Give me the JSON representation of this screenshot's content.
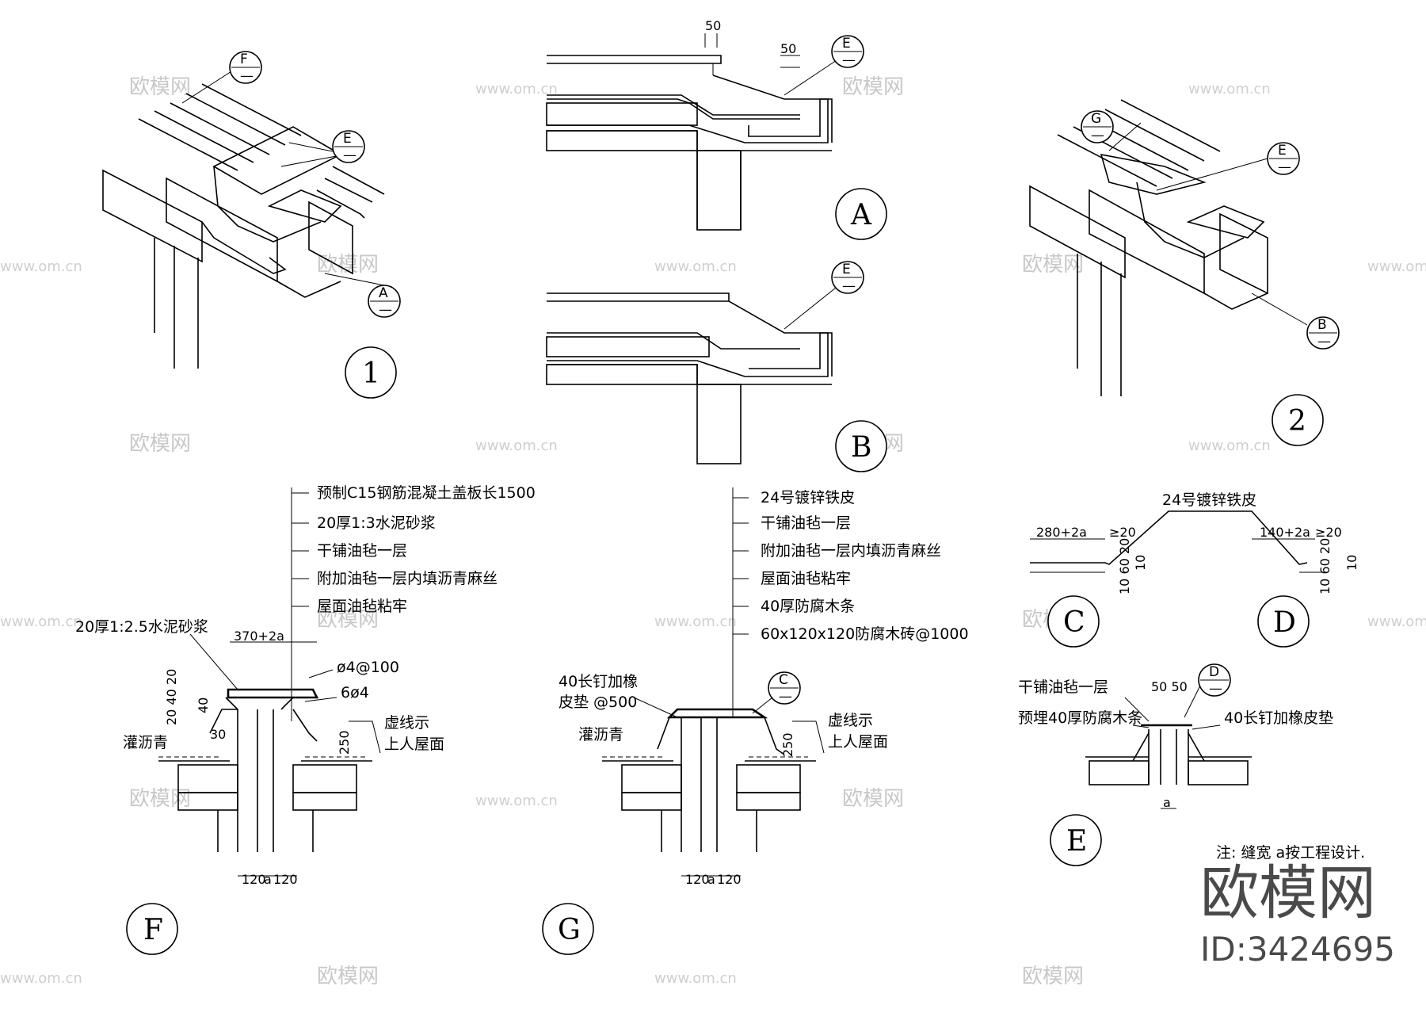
{
  "watermarks": {
    "brand": "欧模网",
    "url": "www.om.cn",
    "id": "ID:3424695"
  },
  "details": {
    "d1": "1",
    "d2": "2",
    "A": "A",
    "B": "B",
    "C": "C",
    "D": "D",
    "E": "E",
    "F": "F",
    "G": "G"
  },
  "tags": {
    "F": "F",
    "E": "E",
    "A": "A",
    "G": "G",
    "B": "B",
    "C": "C",
    "D": "D",
    "dash": "—"
  },
  "dims": {
    "d50": "50",
    "d50b": "50",
    "d370": "370+2a",
    "d120": "120",
    "da": "a",
    "d30": "30",
    "d250": "250",
    "d20_40_20": "20 40 20",
    "d40": "40",
    "d280": "280+2a",
    "d140": "140+2a",
    "dge20": "≥20",
    "d10_60_20": "10 60 20",
    "d10": "10",
    "d50_50": "50 50"
  },
  "labels_F": [
    "预制C15钢筋混凝土盖板长1500",
    "20厚1:3水泥砂浆",
    "干铺油毡一层",
    "附加油毡一层内填沥青麻丝",
    "屋面油毡粘牢"
  ],
  "labels_F_side": {
    "mortar": "20厚1:2.5水泥砂浆",
    "phi4_100": "ø4@100",
    "six_phi4": "6ø4",
    "asphalt": "灌沥青",
    "dashed1": "虚线示",
    "dashed2": "上人屋面"
  },
  "labels_G": [
    "24号镀锌铁皮",
    "干铺油毡一层",
    "附加油毡一层内填沥青麻丝",
    "屋面油毡粘牢",
    "40厚防腐木条",
    "60x120x120防腐木砖@1000"
  ],
  "labels_G_side": {
    "nail1": "40长钉加橡",
    "nail2": "皮垫 @500",
    "asphalt": "灌沥青",
    "dashed1": "虚线示",
    "dashed2": "上人屋面"
  },
  "labels_CD": {
    "sheet": "24号镀锌铁皮"
  },
  "labels_E": {
    "felt": "干铺油毡一层",
    "wood": "预埋40厚防腐木条",
    "nail": "40长钉加橡皮垫"
  },
  "note": "注: 缝宽 a按工程设计."
}
